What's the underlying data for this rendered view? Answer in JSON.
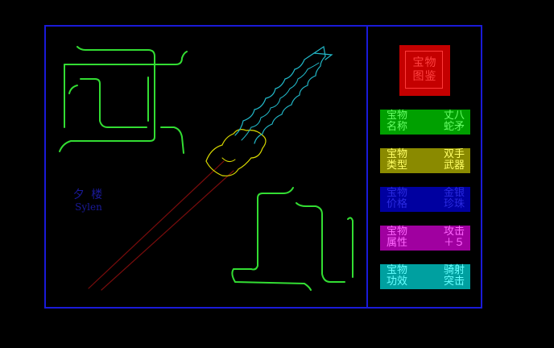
{
  "seal": {
    "text_line1": "宝物",
    "text_line2": "图鉴"
  },
  "signature": {
    "cn": "夕 楼",
    "en": "Sylen"
  },
  "info_rows": [
    {
      "key": "宝物\n名称",
      "value": "丈八\n蛇矛",
      "bg": "#00a000",
      "fg": "#66ff66"
    },
    {
      "key": "宝物\n类型",
      "value": "双手\n武器",
      "bg": "#8a8a00",
      "fg": "#ffff66"
    },
    {
      "key": "宝物\n价格",
      "value": "金银\n珍珠",
      "bg": "#0000a0",
      "fg": "#2a2ae0"
    },
    {
      "key": "宝物\n属性",
      "value": "攻击\n＋５",
      "bg": "#a000a0",
      "fg": "#ff66ff"
    },
    {
      "key": "宝物\n功效",
      "value": "骑射\n突击",
      "bg": "#00a0a0",
      "fg": "#66ffff"
    }
  ],
  "colors": {
    "frame": "#1a1ad8",
    "calligraphy": "#33dd33",
    "spear_blade": "#22b8c8",
    "spear_guard": "#d8d800",
    "spear_shaft": "#7a0c0c"
  },
  "icons": {
    "seal": "seal-stamp-icon",
    "spear": "serpent-spear-icon",
    "calligraphy": "calligraphy-glyph-icon"
  }
}
